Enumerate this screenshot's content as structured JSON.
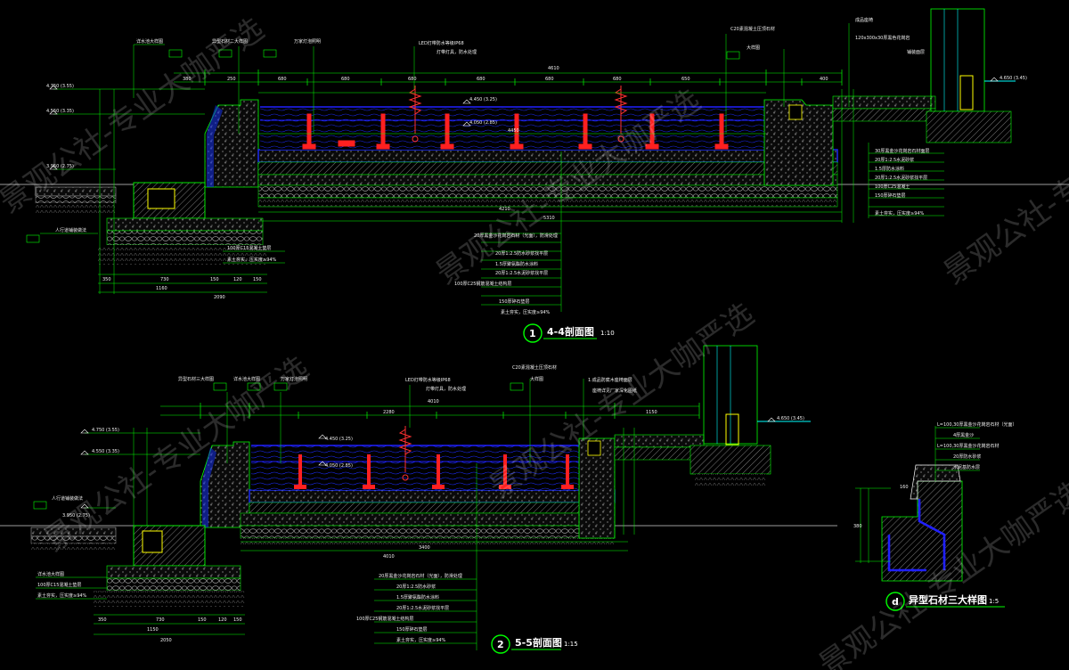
{
  "sections": [
    {
      "number": "1",
      "title": "4-4剖面图",
      "scale": "1:10"
    },
    {
      "number": "2",
      "title": "5-5剖面图",
      "scale": "1:15"
    },
    {
      "number": "d",
      "title": "异型石材三大样图",
      "scale": "1:5"
    }
  ],
  "levels": {
    "s1_left_top": "4.750 (3.55)",
    "s1_left_mid": "4.550 (3.35)",
    "s1_left_low": "3.950 (2.75)",
    "s1_water": "4.450 (3.25)",
    "s1_water_low": "4.050 (2.85)",
    "s1_right": "4.650 (3.45)",
    "s2_left_top": "4.750 (3.55)",
    "s2_left_mid": "4.550 (3.35)",
    "s2_left_low": "3.950 (2.75)",
    "s2_water": "4.450 (3.25)",
    "s2_water_low": "4.050 (2.85)",
    "s2_right": "4.650 (3.45)"
  },
  "dims": {
    "s1_overall": "4610",
    "s1_inner": "4450",
    "s1_bottom": "4210",
    "s1_bottom2": "5310",
    "s1_segments": [
      "380",
      "250",
      "680",
      "680",
      "680",
      "680",
      "680",
      "680",
      "650",
      "400"
    ],
    "s1_left": [
      "350",
      "730",
      "150",
      "120",
      "150"
    ],
    "s1_left_total": "1160",
    "s1_left_total2": "2090",
    "s2_overall": "4010",
    "s2_inner": "2280",
    "s2_right_part": "1150",
    "s2_bottom": "3400",
    "s2_bottom2": "4010",
    "s2_left": [
      "350",
      "730",
      "150",
      "120",
      "150"
    ],
    "s2_left_total": "1150",
    "s2_left_total2": "2050",
    "d_height": "380",
    "d_width": "160"
  },
  "notes": {
    "s1_top_left_1": "详水池大样图",
    "s1_top_left_2": "异型石材二大样图",
    "s1_top_left_3": "万家灯泡照明",
    "s1_top_center": "LED灯带防水等级IP68",
    "s1_top_center2": "灯带灯具，防水处理",
    "s1_top_right": "C20素混凝土压顶石材",
    "s1_top_right2": "大样图",
    "s1_right_block_1": "成品座椅",
    "s1_right_block_2": "120x300x30厚黑色花岗岩",
    "s1_right_block_3": "铺装面层",
    "s1_left_ref": "人行道铺装做法",
    "s1_left_note1": "100厚C15混凝土垫层",
    "s1_left_note2": "素土夯实，压实度≥94%",
    "s1_layers": [
      "20厚黑金沙花岗岩石材（光面），防滑处理",
      "20厚1:2.5防水砂浆找平层",
      "1.5厚聚氨酯防水涂料",
      "20厚1:2.5水泥砂浆找平层",
      "100厚C25钢筋混凝土结构层",
      "150厚碎石垫层",
      "素土夯实，压实度≥94%"
    ],
    "s1_right_layers": [
      "30厚黑金沙花岗岩石材面层",
      "20厚1:2.5水泥砂浆",
      "1.5厚防水涂料",
      "20厚1:2.5水泥砂浆找平层",
      "100厚C25混凝土",
      "150厚碎石垫层",
      "素土夯实，压实度≥94%"
    ],
    "s2_top_left_1": "异型石材三大样图",
    "s2_top_left_2": "详水池大样图",
    "s2_top_left_3": "万家灯泡照明",
    "s2_top_center": "LED灯带防水等级IP68",
    "s2_top_center2": "灯带灯具，防水处理",
    "s2_top_right": "C20素混凝土压顶石材",
    "s2_top_right2": "大样图",
    "s2_top_right3": "1.成品防腐木座椅面层",
    "s2_top_right4": "座椅详见厂家深化图纸",
    "s2_left_ref": "人行道铺装做法",
    "s2_left_low": "3.950 (2.75)",
    "s2_left_note1": "详水池大样图",
    "s2_left_note2": "100厚C15混凝土垫层",
    "s2_left_note3": "素土夯实，压实度≥94%",
    "s2_layers": [
      "20厚黑金沙花岗岩石材（光面），防滑处理",
      "20厚1:2.5防水砂浆",
      "1.5厚聚氨酯防水涂料",
      "20厚1:2.5水泥砂浆找平层",
      "100厚C25钢筋混凝土结构层",
      "150厚碎石垫层",
      "素土夯实，压实度≥94%"
    ],
    "d_notes": [
      "L=100,30厚黑金沙花岗岩石材（光面）",
      "4厚黑金沙",
      "L=100,30厚黑金沙花岗岩石材",
      "20厚防水砂浆",
      "水泥基防水层"
    ]
  },
  "watermark": "景观公社-专业大咖严选",
  "colors": {
    "background": "#000000",
    "green": "#00ff00",
    "cyan": "#00ffff",
    "blue": "#2020ff",
    "red": "#ff2020",
    "white": "#ffffff",
    "grey": "#8a8a8a",
    "yellow": "#ffff00",
    "magenta": "#ff40ff"
  }
}
